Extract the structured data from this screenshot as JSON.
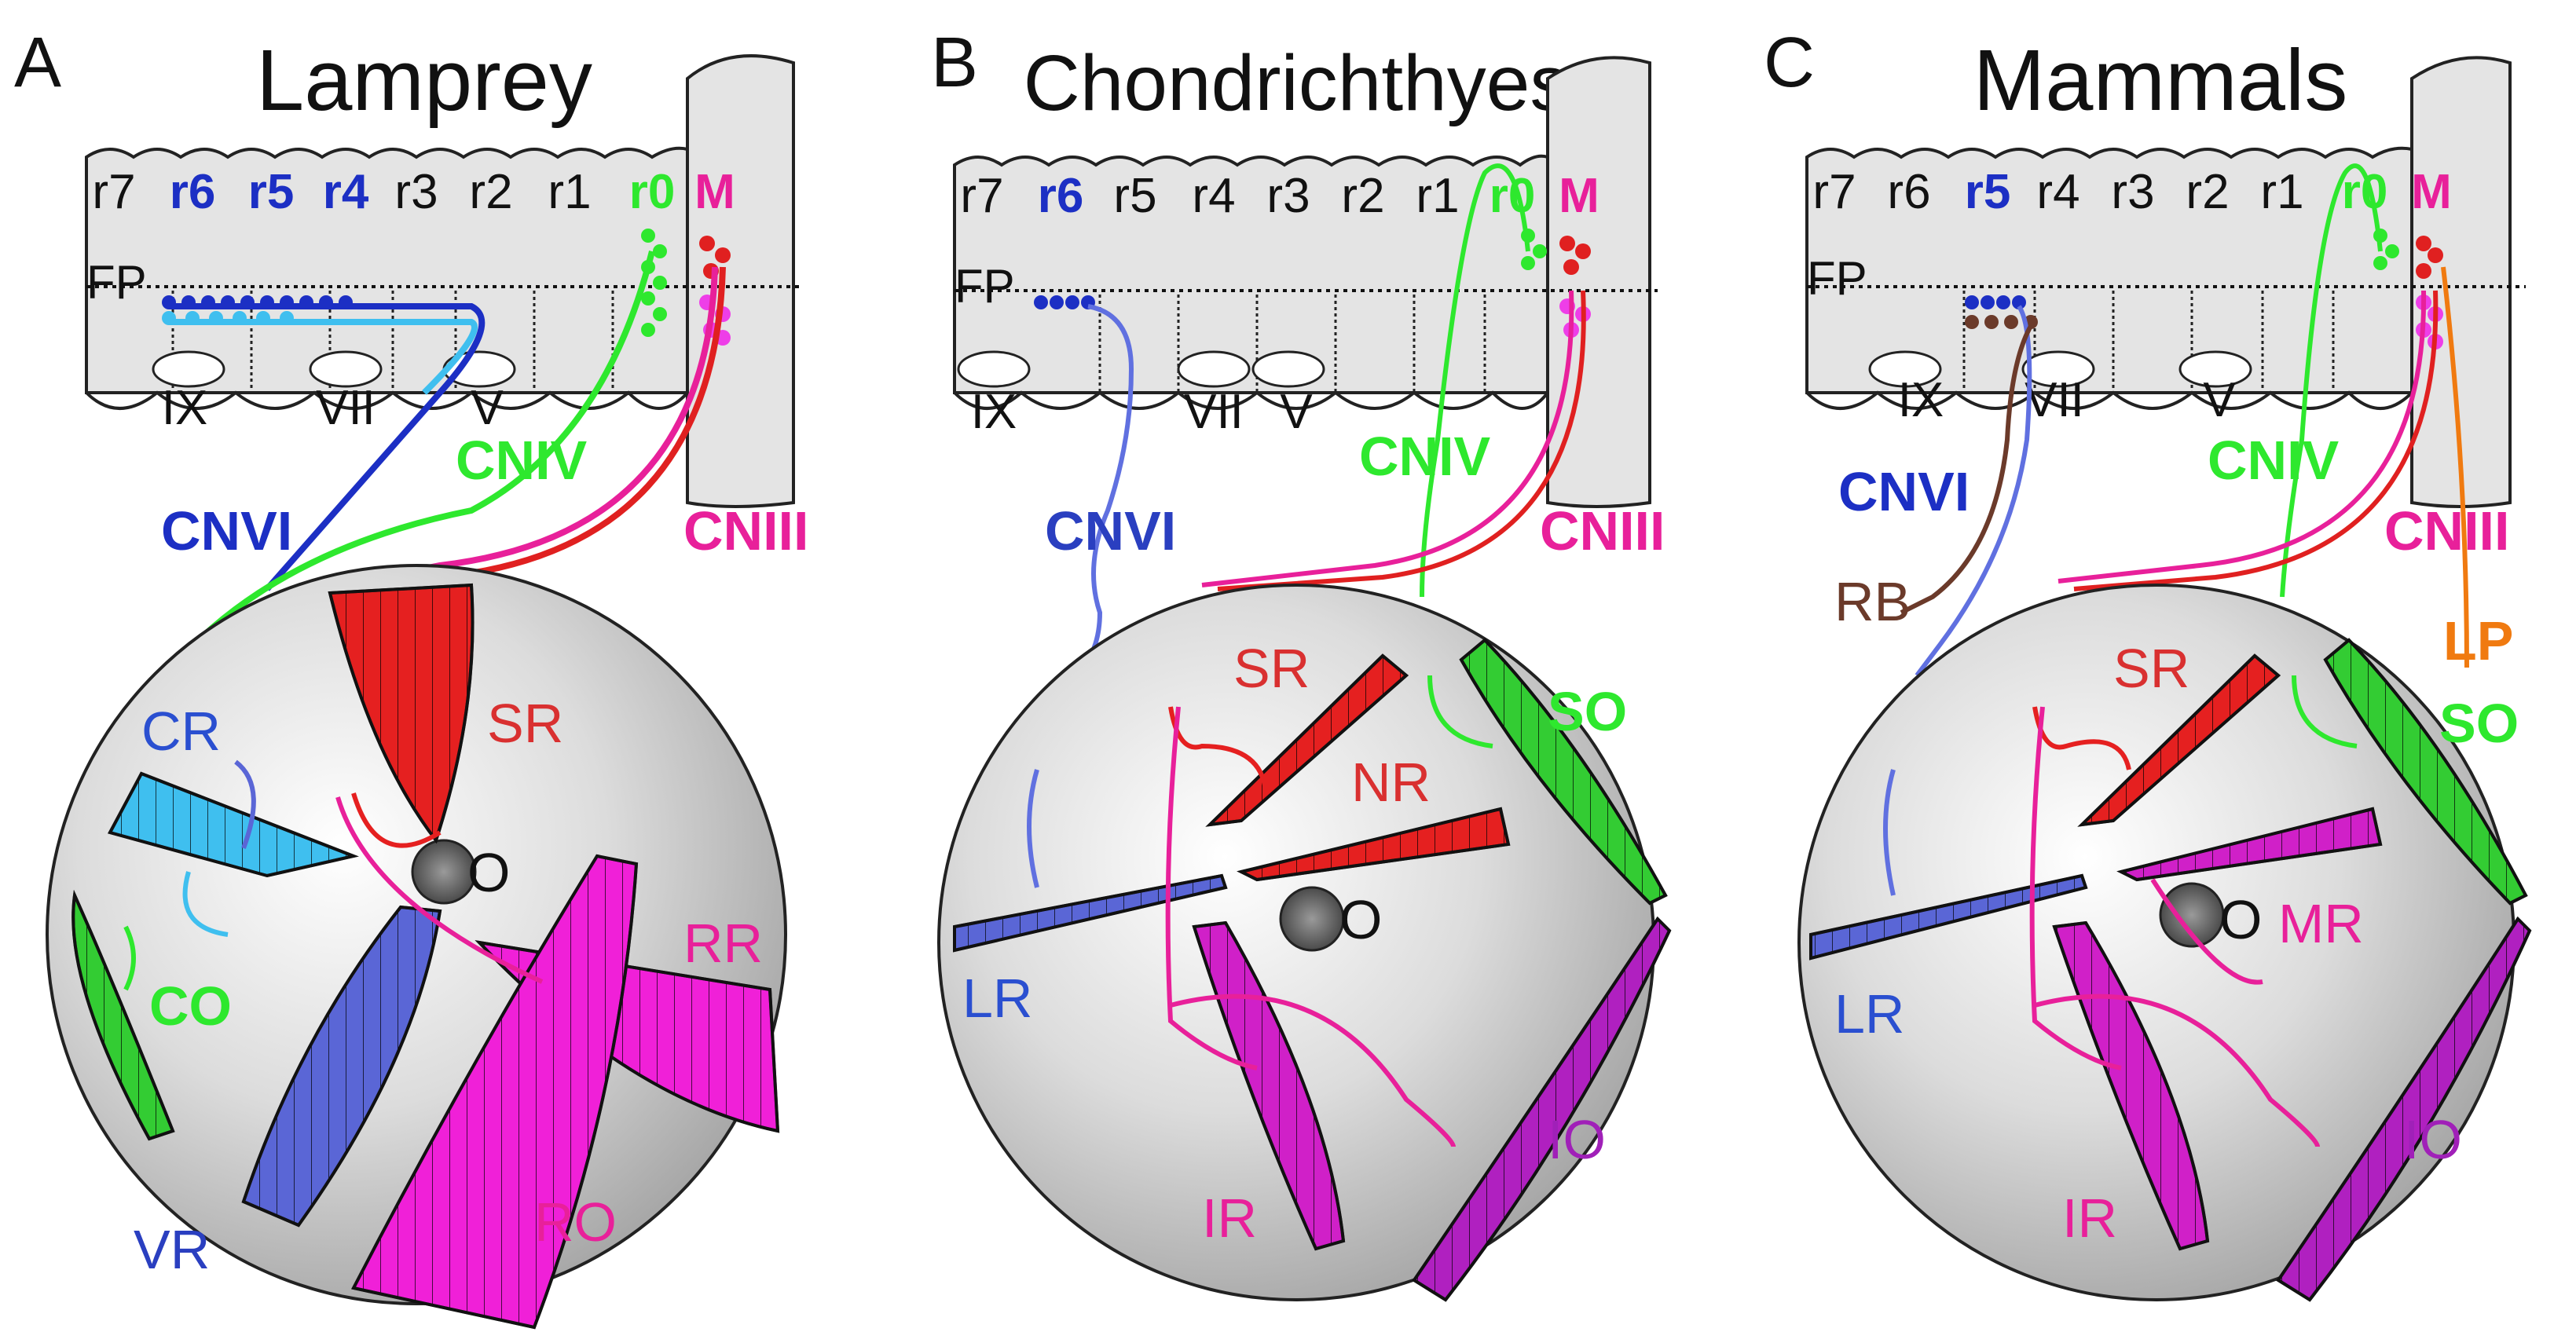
{
  "panels": [
    {
      "letter": "A",
      "title": "Lamprey",
      "rhombomeres": [
        {
          "label": "r7",
          "color": "#111111",
          "bold": false
        },
        {
          "label": "r6",
          "color": "#1c2fc4",
          "bold": true
        },
        {
          "label": "r5",
          "color": "#1c2fc4",
          "bold": true
        },
        {
          "label": "r4",
          "color": "#1c2fc4",
          "bold": true
        },
        {
          "label": "r3",
          "color": "#111111",
          "bold": false
        },
        {
          "label": "r2",
          "color": "#111111",
          "bold": false
        },
        {
          "label": "r1",
          "color": "#111111",
          "bold": false
        },
        {
          "label": "r0",
          "color": "#2ee82e",
          "bold": true
        }
      ],
      "midbrain": {
        "label": "M",
        "color": "#e8209a"
      },
      "floor_plate": "FP",
      "ganglia": [
        "IX",
        "VII",
        "V"
      ],
      "nerves": [
        {
          "label": "CNIV",
          "color": "#2ee82e"
        },
        {
          "label": "CNVI",
          "color": "#1c2fc4"
        },
        {
          "label": "CNIII",
          "color": "#e8209a"
        }
      ],
      "muscles": [
        {
          "label": "SR",
          "color": "#d93030"
        },
        {
          "label": "CR",
          "color": "#2a4fd0"
        },
        {
          "label": "CO",
          "color": "#2ee82e"
        },
        {
          "label": "RR",
          "color": "#e8209a"
        },
        {
          "label": "VR",
          "color": "#2a3fc0"
        },
        {
          "label": "RO",
          "color": "#e8209a"
        }
      ],
      "optic_label": "O"
    },
    {
      "letter": "B",
      "title": "Chondrichthyes",
      "rhombomeres": [
        {
          "label": "r7",
          "color": "#111111",
          "bold": false
        },
        {
          "label": "r6",
          "color": "#1c2fc4",
          "bold": true
        },
        {
          "label": "r5",
          "color": "#111111",
          "bold": false
        },
        {
          "label": "r4",
          "color": "#111111",
          "bold": false
        },
        {
          "label": "r3",
          "color": "#111111",
          "bold": false
        },
        {
          "label": "r2",
          "color": "#111111",
          "bold": false
        },
        {
          "label": "r1",
          "color": "#111111",
          "bold": false
        },
        {
          "label": "r0",
          "color": "#2ee82e",
          "bold": true
        }
      ],
      "midbrain": {
        "label": "M",
        "color": "#e8209a"
      },
      "floor_plate": "FP",
      "ganglia": [
        "IX",
        "VII",
        "V"
      ],
      "nerves": [
        {
          "label": "CNIV",
          "color": "#2ee82e"
        },
        {
          "label": "CNVI",
          "color": "#2a3fc0"
        },
        {
          "label": "CNIII",
          "color": "#e8209a"
        }
      ],
      "muscles": [
        {
          "label": "SR",
          "color": "#d93030"
        },
        {
          "label": "SO",
          "color": "#2ee82e"
        },
        {
          "label": "NR",
          "color": "#d93030"
        },
        {
          "label": "LR",
          "color": "#2a4fd0"
        },
        {
          "label": "IR",
          "color": "#e8209a"
        },
        {
          "label": "IO",
          "color": "#a020b8"
        }
      ],
      "optic_label": "O"
    },
    {
      "letter": "C",
      "title": "Mammals",
      "rhombomeres": [
        {
          "label": "r7",
          "color": "#111111",
          "bold": false
        },
        {
          "label": "r6",
          "color": "#111111",
          "bold": false
        },
        {
          "label": "r5",
          "color": "#1c2fc4",
          "bold": true
        },
        {
          "label": "r4",
          "color": "#111111",
          "bold": false
        },
        {
          "label": "r3",
          "color": "#111111",
          "bold": false
        },
        {
          "label": "r2",
          "color": "#111111",
          "bold": false
        },
        {
          "label": "r1",
          "color": "#111111",
          "bold": false
        },
        {
          "label": "r0",
          "color": "#2ee82e",
          "bold": true
        }
      ],
      "midbrain": {
        "label": "M",
        "color": "#e8209a"
      },
      "floor_plate": "FP",
      "ganglia": [
        "IX",
        "VII",
        "V"
      ],
      "nerves": [
        {
          "label": "CNVI",
          "color": "#1c2fc4"
        },
        {
          "label": "CNIV",
          "color": "#2ee82e"
        },
        {
          "label": "CNIII",
          "color": "#e8209a"
        },
        {
          "label": "RB",
          "color": "#6b3a2a"
        },
        {
          "label": "LP",
          "color": "#f07a10"
        }
      ],
      "muscles": [
        {
          "label": "SR",
          "color": "#d93030"
        },
        {
          "label": "SO",
          "color": "#2ee82e"
        },
        {
          "label": "MR",
          "color": "#e8209a"
        },
        {
          "label": "LR",
          "color": "#2a4fd0"
        },
        {
          "label": "IR",
          "color": "#e8209a"
        },
        {
          "label": "IO",
          "color": "#a020b8"
        }
      ],
      "optic_label": "O"
    }
  ]
}
